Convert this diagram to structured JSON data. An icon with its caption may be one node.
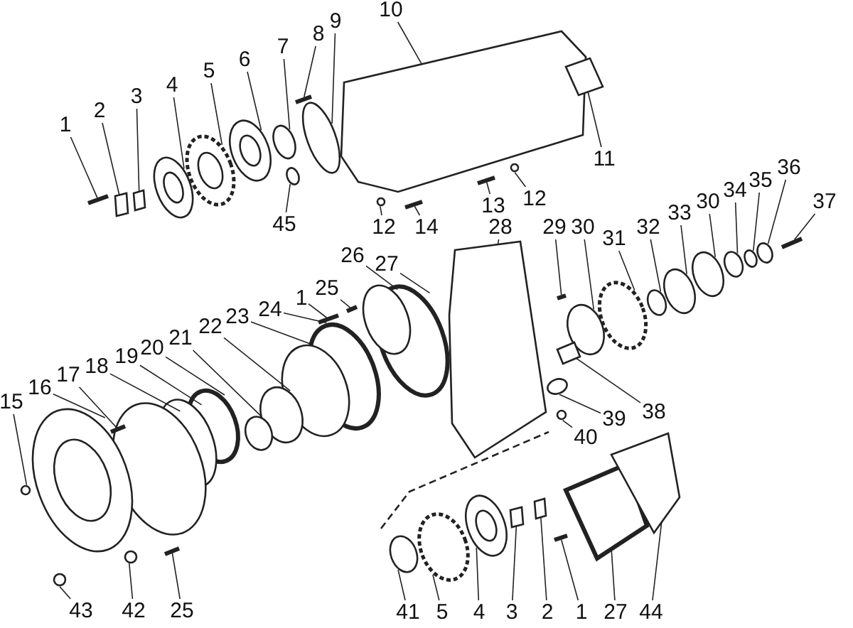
{
  "diagram": {
    "nodes": [
      {
        "text": [
          "1"
        ]
      },
      {
        "text": [
          "2"
        ]
      },
      {
        "text": [
          "3"
        ]
      },
      {
        "text": [
          "4"
        ]
      },
      {
        "text": [
          "5"
        ]
      },
      {
        "text": [
          "6"
        ]
      },
      {
        "text": [
          "7"
        ]
      },
      {
        "text": [
          "8"
        ]
      },
      {
        "text": [
          "9"
        ]
      },
      {
        "text": [
          "10"
        ]
      },
      {
        "text": [
          "11"
        ]
      },
      {
        "text": [
          "45"
        ]
      },
      {
        "text": [
          "12"
        ]
      },
      {
        "text": [
          "14"
        ]
      },
      {
        "text": [
          "13"
        ]
      },
      {
        "text": [
          "12"
        ]
      },
      {
        "text": [
          "28"
        ]
      },
      {
        "text": [
          "27"
        ]
      },
      {
        "text": [
          "26"
        ]
      },
      {
        "text": [
          "25"
        ]
      },
      {
        "text": [
          "1"
        ]
      },
      {
        "text": [
          "24"
        ]
      },
      {
        "text": [
          "23"
        ]
      },
      {
        "text": [
          "22"
        ]
      },
      {
        "text": [
          "21"
        ]
      },
      {
        "text": [
          "20"
        ]
      },
      {
        "text": [
          "19"
        ]
      },
      {
        "text": [
          "18"
        ]
      },
      {
        "text": [
          "17"
        ]
      },
      {
        "text": [
          "16"
        ]
      },
      {
        "text": [
          "15"
        ]
      },
      {
        "text": [
          "29"
        ]
      },
      {
        "text": [
          "30"
        ]
      },
      {
        "text": [
          "31"
        ]
      },
      {
        "text": [
          "32"
        ]
      },
      {
        "text": [
          "33"
        ]
      },
      {
        "text": [
          "30"
        ]
      },
      {
        "text": [
          "34"
        ]
      },
      {
        "text": [
          "35"
        ]
      },
      {
        "text": [
          "36"
        ]
      },
      {
        "text": [
          "37"
        ]
      },
      {
        "text": [
          "38"
        ]
      },
      {
        "text": [
          "39"
        ]
      },
      {
        "text": [
          "40"
        ]
      },
      {
        "text": [
          "43"
        ]
      },
      {
        "text": [
          "42"
        ]
      },
      {
        "text": [
          "25"
        ]
      },
      {
        "text": [
          "41"
        ]
      },
      {
        "text": [
          "5"
        ]
      },
      {
        "text": [
          "4"
        ]
      },
      {
        "text": [
          "3"
        ]
      },
      {
        "text": [
          "2"
        ]
      },
      {
        "text": [
          "1"
        ]
      },
      {
        "text": [
          "27"
        ]
      },
      {
        "text": [
          "44"
        ]
      },
      {
        "text": [],
        "shape": "bar"
      },
      {
        "text": [],
        "shape": "box"
      },
      {
        "text": [],
        "shape": "box"
      },
      {
        "text": [],
        "shape": "circle"
      },
      {
        "text": [],
        "shape": "circle"
      },
      {
        "text": [],
        "shape": "circle"
      },
      {
        "text": [],
        "shape": "circle"
      },
      {
        "text": [],
        "shape": "bar"
      },
      {
        "text": [],
        "shape": "circle"
      },
      {
        "text": [],
        "shape": "box"
      },
      {
        "text": [],
        "shape": "box"
      },
      {
        "text": [],
        "shape": "circle"
      },
      {
        "text": [],
        "shape": "circle"
      },
      {
        "text": [],
        "shape": "bar"
      },
      {
        "text": [],
        "shape": "bar"
      },
      {
        "text": [],
        "shape": "circle"
      },
      {
        "text": [],
        "shape": "box"
      },
      {
        "text": [],
        "shape": "circle"
      },
      {
        "text": [],
        "shape": "circle"
      },
      {
        "text": [],
        "shape": "bar"
      },
      {
        "text": [],
        "shape": "bar"
      },
      {
        "text": [],
        "shape": "circle"
      },
      {
        "text": [],
        "shape": "circle"
      },
      {
        "text": [],
        "shape": "circle"
      },
      {
        "text": [],
        "shape": "circle"
      },
      {
        "text": [],
        "shape": "circle"
      },
      {
        "text": [],
        "shape": "circle"
      },
      {
        "text": [],
        "shape": "circle"
      },
      {
        "text": [],
        "shape": "bar"
      },
      {
        "text": [],
        "shape": "circle"
      },
      {
        "text": [],
        "shape": "circle"
      },
      {
        "text": [],
        "shape": "bar"
      },
      {
        "text": [],
        "shape": "circle"
      },
      {
        "text": [],
        "shape": "circle"
      },
      {
        "text": [],
        "shape": "circle"
      },
      {
        "text": [],
        "shape": "circle"
      },
      {
        "text": [],
        "shape": "circle"
      },
      {
        "text": [],
        "shape": "circle"
      },
      {
        "text": [],
        "shape": "circle"
      },
      {
        "text": [],
        "shape": "circle"
      },
      {
        "text": [],
        "shape": "bar"
      },
      {
        "text": [],
        "shape": "box"
      },
      {
        "text": [],
        "shape": "circle"
      },
      {
        "text": [],
        "shape": "circle"
      },
      {
        "text": [],
        "shape": "circle"
      },
      {
        "text": [],
        "shape": "circle"
      },
      {
        "text": [],
        "shape": "bar"
      },
      {
        "text": [],
        "shape": "circle"
      },
      {
        "text": [],
        "shape": "circle"
      },
      {
        "text": [],
        "shape": "circle"
      },
      {
        "text": [],
        "shape": "box"
      },
      {
        "text": [],
        "shape": "box"
      },
      {
        "text": [],
        "shape": "bar"
      },
      {
        "text": [],
        "shape": "box"
      },
      {
        "text": [],
        "shape": "box"
      }
    ],
    "edges": [
      {
        "from": 0,
        "to": 55,
        "arrow": "none"
      },
      {
        "from": 1,
        "to": 56,
        "arrow": "none"
      },
      {
        "from": 2,
        "to": 57,
        "arrow": "none"
      },
      {
        "from": 3,
        "to": 58,
        "arrow": "none"
      },
      {
        "from": 4,
        "to": 59,
        "arrow": "none"
      },
      {
        "from": 5,
        "to": 60,
        "arrow": "none"
      },
      {
        "from": 6,
        "to": 61,
        "arrow": "none"
      },
      {
        "from": 7,
        "to": 62,
        "arrow": "none"
      },
      {
        "from": 8,
        "to": 63,
        "arrow": "none"
      },
      {
        "from": 9,
        "to": 64,
        "arrow": "none"
      },
      {
        "from": 10,
        "to": 65,
        "arrow": "none"
      },
      {
        "from": 11,
        "to": 66,
        "arrow": "none"
      },
      {
        "from": 12,
        "to": 67,
        "arrow": "none"
      },
      {
        "from": 13,
        "to": 68,
        "arrow": "none"
      },
      {
        "from": 14,
        "to": 69,
        "arrow": "none"
      },
      {
        "from": 15,
        "to": 70,
        "arrow": "none"
      },
      {
        "from": 16,
        "to": 71,
        "arrow": "none"
      },
      {
        "from": 17,
        "to": 72,
        "arrow": "none"
      },
      {
        "from": 18,
        "to": 73,
        "arrow": "none"
      },
      {
        "from": 19,
        "to": 74,
        "arrow": "none"
      },
      {
        "from": 20,
        "to": 75,
        "arrow": "none"
      },
      {
        "from": 21,
        "to": 76,
        "arrow": "none"
      },
      {
        "from": 22,
        "to": 77,
        "arrow": "none"
      },
      {
        "from": 23,
        "to": 78,
        "arrow": "none"
      },
      {
        "from": 24,
        "to": 79,
        "arrow": "none"
      },
      {
        "from": 25,
        "to": 80,
        "arrow": "none"
      },
      {
        "from": 26,
        "to": 81,
        "arrow": "none"
      },
      {
        "from": 27,
        "to": 82,
        "arrow": "none"
      },
      {
        "from": 28,
        "to": 83,
        "arrow": "none"
      },
      {
        "from": 29,
        "to": 84,
        "arrow": "none"
      },
      {
        "from": 30,
        "to": 85,
        "arrow": "none"
      },
      {
        "from": 31,
        "to": 86,
        "arrow": "none"
      },
      {
        "from": 32,
        "to": 87,
        "arrow": "none"
      },
      {
        "from": 33,
        "to": 88,
        "arrow": "none"
      },
      {
        "from": 34,
        "to": 89,
        "arrow": "none"
      },
      {
        "from": 35,
        "to": 90,
        "arrow": "none"
      },
      {
        "from": 36,
        "to": 91,
        "arrow": "none"
      },
      {
        "from": 37,
        "to": 92,
        "arrow": "none"
      },
      {
        "from": 38,
        "to": 93,
        "arrow": "none"
      },
      {
        "from": 39,
        "to": 94,
        "arrow": "none"
      },
      {
        "from": 40,
        "to": 95,
        "arrow": "none"
      },
      {
        "from": 41,
        "to": 96,
        "arrow": "none"
      },
      {
        "from": 42,
        "to": 97,
        "arrow": "none"
      },
      {
        "from": 43,
        "to": 98,
        "arrow": "none"
      },
      {
        "from": 44,
        "to": 99,
        "arrow": "none"
      },
      {
        "from": 45,
        "to": 100,
        "arrow": "none"
      },
      {
        "from": 46,
        "to": 101,
        "arrow": "none"
      },
      {
        "from": 47,
        "to": 102,
        "arrow": "none"
      },
      {
        "from": 48,
        "to": 103,
        "arrow": "none"
      },
      {
        "from": 49,
        "to": 104,
        "arrow": "none"
      },
      {
        "from": 50,
        "to": 105,
        "arrow": "none"
      },
      {
        "from": 51,
        "to": 106,
        "arrow": "none"
      },
      {
        "from": 52,
        "to": 107,
        "arrow": "none"
      },
      {
        "from": 53,
        "to": 108,
        "arrow": "none"
      },
      {
        "from": 54,
        "to": 109,
        "arrow": "none"
      }
    ]
  }
}
